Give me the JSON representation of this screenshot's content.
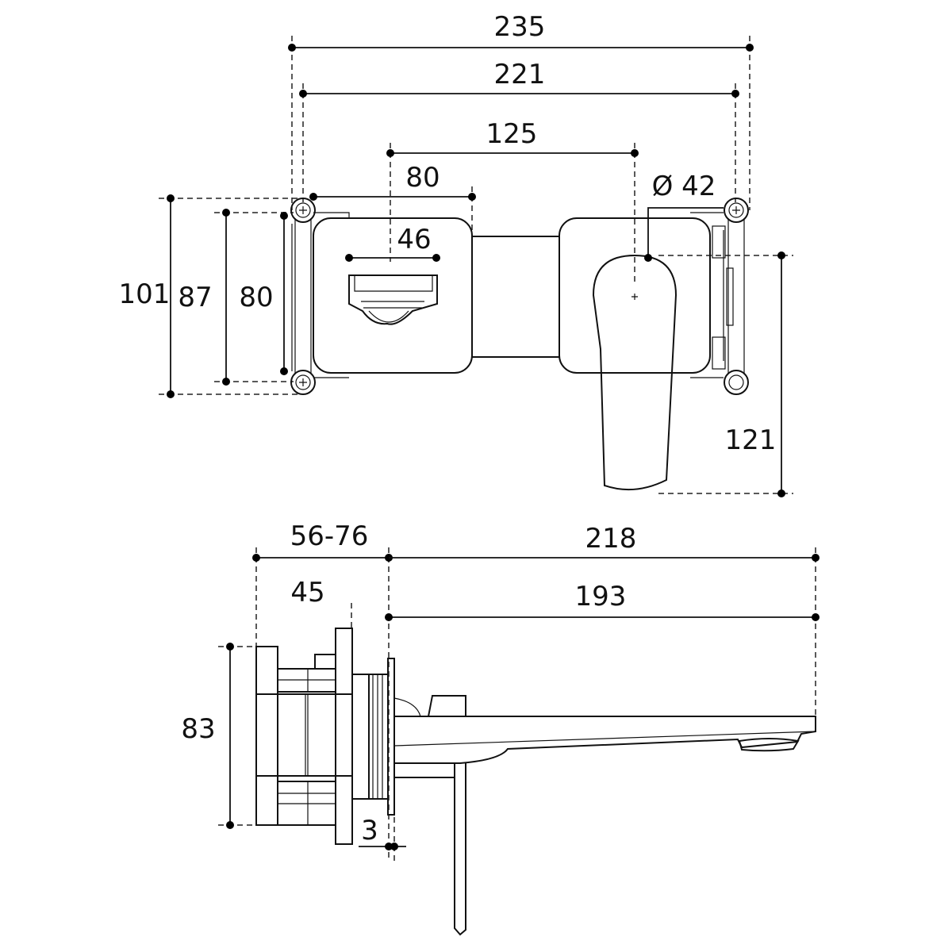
{
  "drawing": {
    "line_color": "#111111",
    "front_view": {
      "dims": {
        "overall_width": "235",
        "bracket_width": "221",
        "centres": "125",
        "spout_plate_width": "80",
        "outlet_width": "46",
        "handle_diameter": "Ø 42",
        "overall_height": "101",
        "bracket_height": "87",
        "plate_height": "80",
        "handle_length": "121"
      }
    },
    "side_view": {
      "dims": {
        "wall_depth": "56-76",
        "spout_projection": "218",
        "body_depth": "45",
        "outlet_projection": "193",
        "body_height": "83",
        "plate_thickness": "3"
      }
    }
  }
}
